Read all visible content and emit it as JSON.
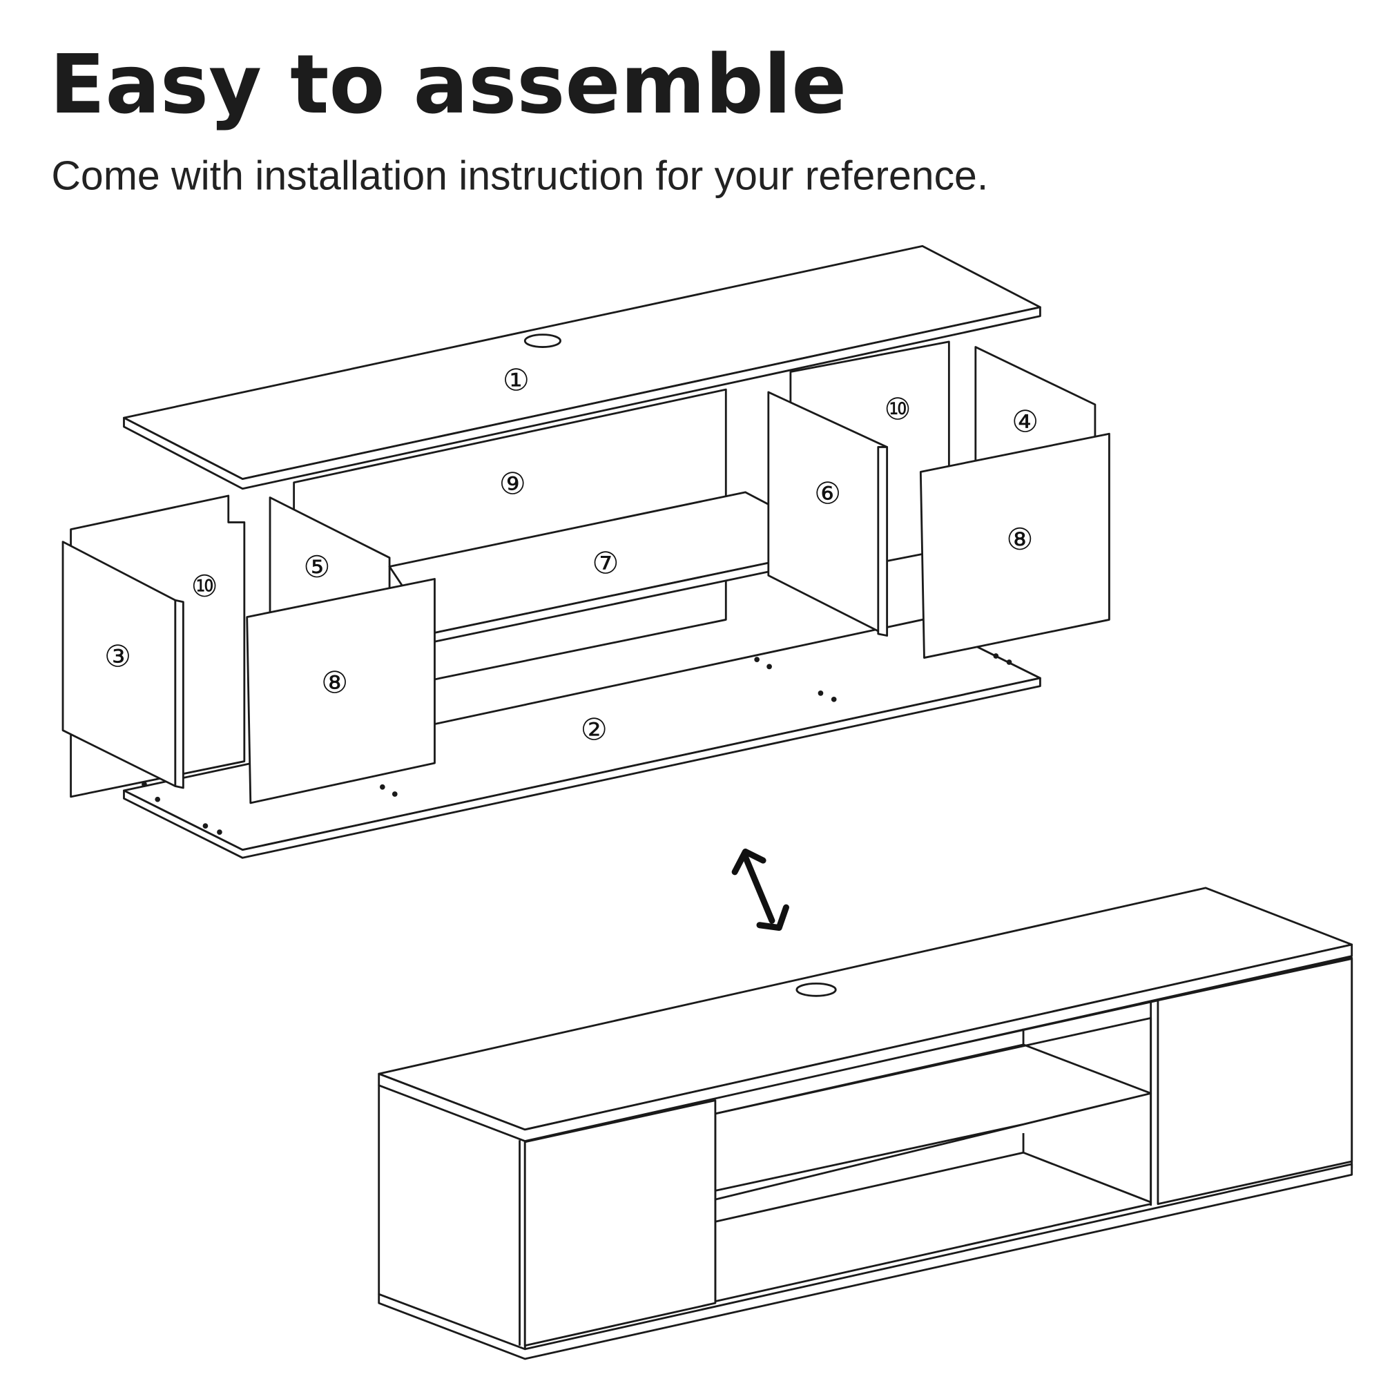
{
  "header": {
    "title": "Easy to assemble",
    "subtitle": "Come with installation instruction for your reference."
  },
  "part_labels": {
    "p1": "①",
    "p2": "②",
    "p3": "③",
    "p4": "④",
    "p5": "⑤",
    "p6": "⑥",
    "p7": "⑦",
    "p8a": "⑧",
    "p8b": "⑧",
    "p9": "⑨",
    "p10a": "⑩",
    "p10b": "⑩"
  },
  "icons": {
    "arrow": "double-arrow-icon"
  }
}
